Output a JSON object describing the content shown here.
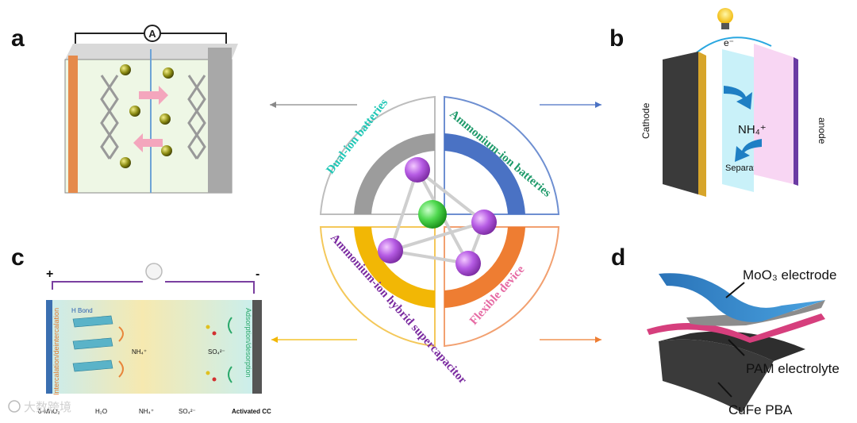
{
  "panels": {
    "a": {
      "label": "a"
    },
    "b": {
      "label": "b",
      "electron": "e⁻",
      "cathode": "Cathode",
      "anode": "anode",
      "ion": "NH₄⁺",
      "separator": "Separator"
    },
    "c": {
      "label": "c",
      "plus": "+",
      "minus": "-",
      "left_electrode_text": "Intercalation/deintercalation",
      "right_electrode_text": "Adsorption/desorption",
      "h_bond": "H Bond",
      "ion_nh4": "NH₄⁺",
      "ion_so4": "SO₄²⁻",
      "legend": [
        "δ-MnO₂",
        "H₂O",
        "NH₄⁺",
        "SO₄²⁻",
        "Activated CC"
      ]
    },
    "d": {
      "label": "d",
      "top": "MoO₃ electrode",
      "middle": "PAM electrolyte",
      "bottom": "CuFe PBA"
    }
  },
  "center": {
    "quadrants": [
      {
        "text": "Dual-ion batteries",
        "color": "#1fc7b6"
      },
      {
        "text": "Ammonium-ion batteries",
        "color": "#1e9a6a"
      },
      {
        "text": "Ammonium-ion hybrid supercapacitor",
        "color": "#7a2aa0"
      },
      {
        "text": "Flexible device",
        "color": "#e66aa3"
      }
    ],
    "colors": {
      "tl_band": "#9c9c9c",
      "tr_band": "#4a72c4",
      "bl_band": "#f2b705",
      "br_band": "#ee7d32"
    }
  },
  "watermark": "大数跨境"
}
